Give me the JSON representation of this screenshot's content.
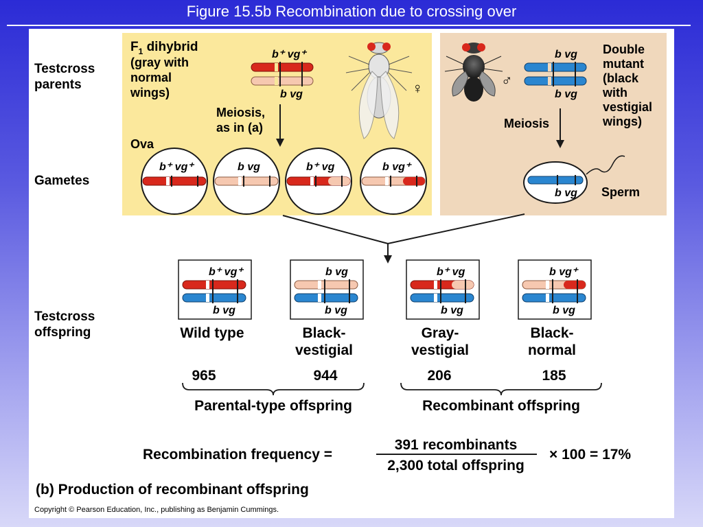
{
  "slide": {
    "title": "Figure 15.5b  Recombination due to crossing over"
  },
  "rows": {
    "parents": [
      "Testcross",
      "parents"
    ],
    "gametes": "Gametes",
    "offspring": [
      "Testcross",
      "offspring"
    ]
  },
  "female": {
    "label_f": "F",
    "label_sub": "1",
    "label_rest": " dihybrid",
    "desc": [
      "(gray with",
      "normal",
      "wings)"
    ],
    "symbol": "♀",
    "allele_top": "b⁺  vg⁺",
    "allele_bottom": "b  vg",
    "meiosis": [
      "Meiosis,",
      "as in (a)"
    ],
    "ova": "Ova",
    "gametes": [
      {
        "label": "b⁺  vg⁺"
      },
      {
        "label": "b  vg"
      },
      {
        "label": "b⁺  vg"
      },
      {
        "label": "b  vg⁺"
      }
    ]
  },
  "male": {
    "desc": [
      "Double",
      "mutant",
      "(black",
      "with",
      "vestigial",
      "wings)"
    ],
    "symbol": "♂",
    "allele_top": "b  vg",
    "allele_bottom": "b  vg",
    "meiosis": "Meiosis",
    "sperm_allele": "b  vg",
    "sperm": "Sperm"
  },
  "offspring": [
    {
      "top": "b⁺  vg⁺",
      "bottom": "b  vg",
      "name": [
        "Wild type"
      ],
      "count": "965"
    },
    {
      "top": "b  vg",
      "bottom": "b  vg",
      "name": [
        "Black-",
        "vestigial"
      ],
      "count": "944"
    },
    {
      "top": "b⁺  vg",
      "bottom": "b  vg",
      "name": [
        "Gray-",
        "vestigial"
      ],
      "count": "206"
    },
    {
      "top": "b  vg⁺",
      "bottom": "b  vg",
      "name": [
        "Black-",
        "normal"
      ],
      "count": "185"
    }
  ],
  "groups": {
    "parental": "Parental-type offspring",
    "recombinant": "Recombinant offspring"
  },
  "formula": {
    "label": "Recombination frequency =",
    "numerator": "391 recombinants",
    "denominator": "2,300 total offspring",
    "result": "× 100 = 17%"
  },
  "caption": "(b) Production of recombinant offspring",
  "copyright": "Copyright © Pearson Education, Inc., publishing as Benjamin Cummings.",
  "colors": {
    "female_panel": "#fbe89c",
    "male_panel": "#f0d8bc",
    "red": "#d8281c",
    "pink": "#f6c8b0",
    "blue": "#2a86d0",
    "dark": "#1a1a1a"
  }
}
